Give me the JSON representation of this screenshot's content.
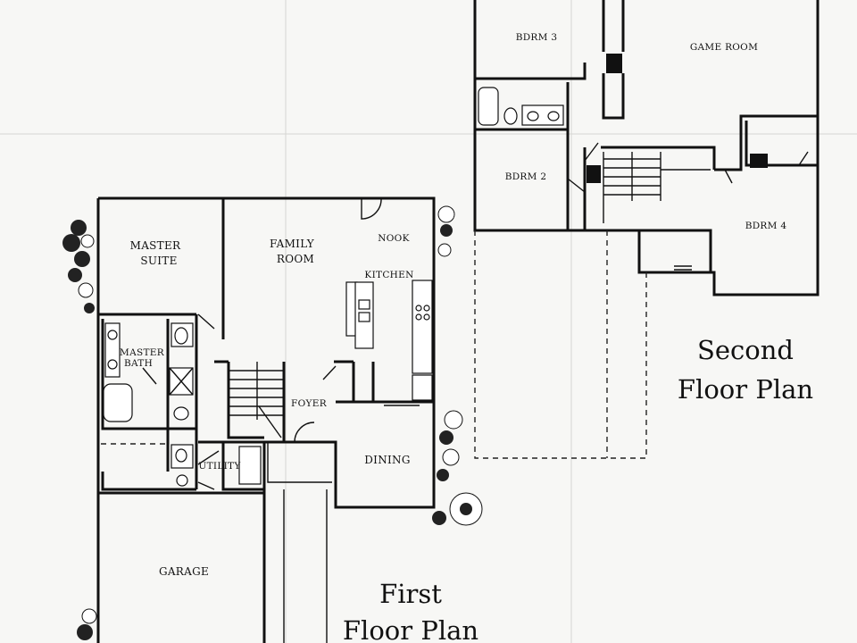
{
  "rooms": {
    "bdrm3": "BDRM 3",
    "game_room": "GAME ROOM",
    "bdrm2": "BDRM 2",
    "bdrm4": "BDRM 4",
    "master_suite_line1": "MASTER",
    "master_suite_line2": "SUITE",
    "family_room_line1": "FAMILY",
    "family_room_line2": "ROOM",
    "nook": "NOOK",
    "kitchen": "KITCHEN",
    "master_bath_line1": "MASTER",
    "master_bath_line2": "BATH",
    "foyer": "FOYER",
    "dining": "DINING",
    "utility": "UTILITY",
    "garage": "GARAGE"
  },
  "titles": {
    "second_floor_line1": "Second",
    "second_floor_line2": "Floor Plan",
    "first_floor_line1": "First",
    "first_floor_line2": "Floor Plan"
  }
}
